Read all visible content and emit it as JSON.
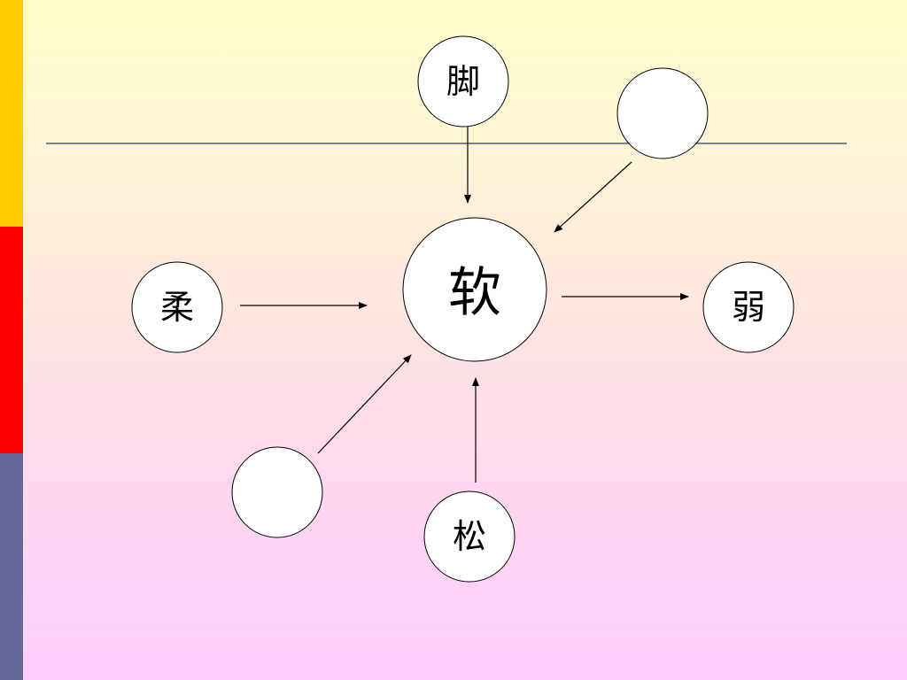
{
  "slide": {
    "side_bar_colors": [
      "#ffcc00",
      "#ff0000",
      "#666699"
    ],
    "background_gradient": [
      "#ffffcc",
      "#ffccff"
    ],
    "divider_color": "#7a7f99"
  },
  "diagram": {
    "center": {
      "char": "软"
    },
    "top": {
      "char": "脚"
    },
    "top_right": {
      "char": ""
    },
    "left": {
      "char": "柔"
    },
    "right": {
      "char": "弱"
    },
    "bottom_left": {
      "char": ""
    },
    "bottom": {
      "char": "松"
    }
  }
}
